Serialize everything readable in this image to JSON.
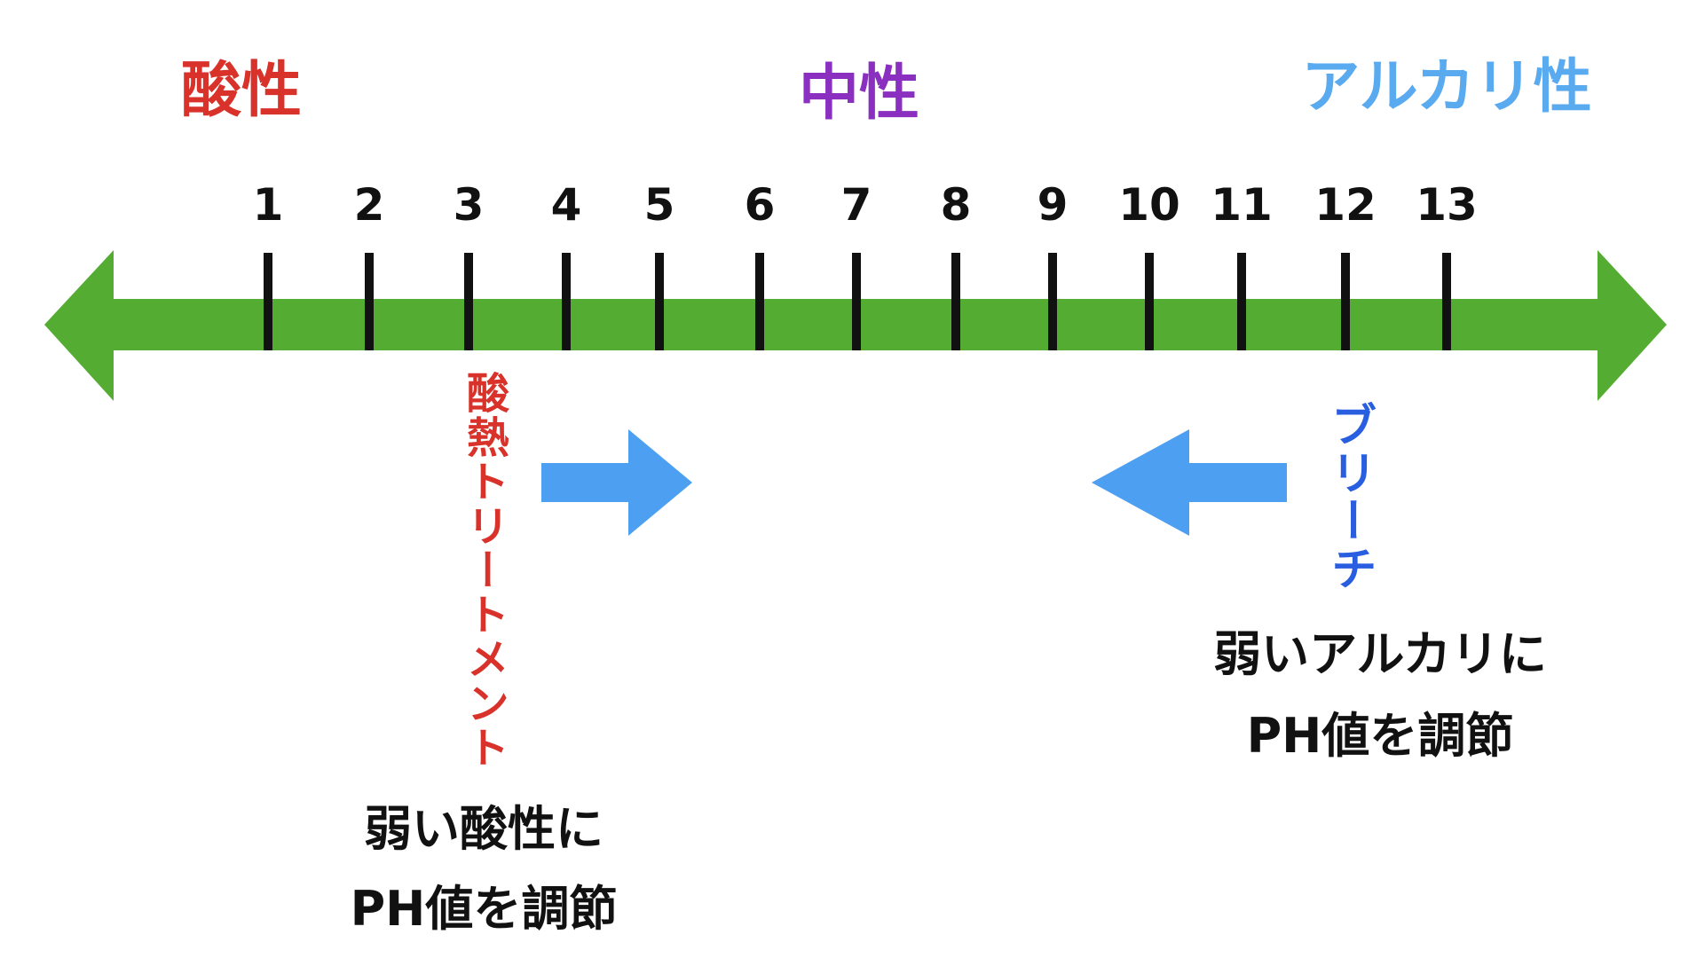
{
  "headings": {
    "acidic": {
      "text": "酸性",
      "color": "#d8322a"
    },
    "neutral": {
      "text": "中性",
      "color": "#8a2fbf"
    },
    "alkaline": {
      "text": "アルカリ性",
      "color": "#5aaaf0"
    }
  },
  "scale": {
    "bar_color": "#55ac32",
    "tick_color": "#111111",
    "ticks": [
      "1",
      "2",
      "3",
      "4",
      "5",
      "6",
      "7",
      "8",
      "9",
      "10",
      "11",
      "12",
      "13"
    ]
  },
  "acid_treatment": {
    "label": "酸熱トリートメント",
    "label_color": "#d8322a",
    "note_line1": "弱い酸性に",
    "note_line2": "PH値を調節",
    "arrow_color": "#4d9ff2",
    "arrow_direction": "right"
  },
  "bleach": {
    "label": "ブリーチ",
    "label_color": "#2a5ee0",
    "note_line1": "弱いアルカリに",
    "note_line2": "PH値を調節",
    "arrow_color": "#4d9ff2",
    "arrow_direction": "left"
  }
}
